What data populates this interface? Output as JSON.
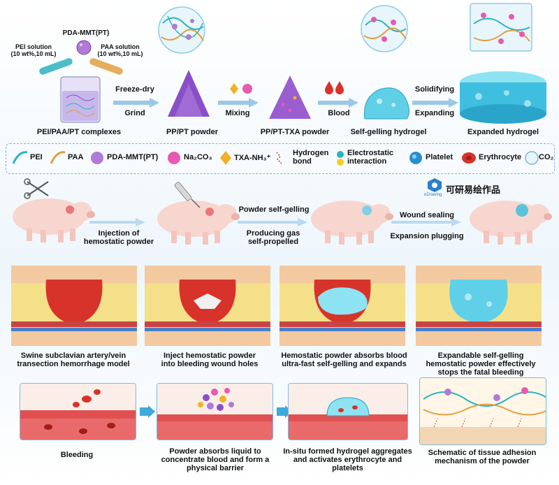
{
  "top_row": {
    "pda_mmt": "PDA-MMT(PT)",
    "pei_solution": "PEI solution",
    "pei_conc": "(10 wt%,10 mL)",
    "paa_solution": "PAA solution",
    "paa_conc": "(10 wt%,10 mL)",
    "step1_top": "Freeze-dry",
    "step1_bottom": "Grind",
    "step2": "Mixing",
    "step3": "Blood",
    "step4_top": "Solidifying",
    "step4_bottom": "Expanding",
    "captions": [
      "PEI/PAA/PT complexes",
      "PP/PT powder",
      "PP/PT-TXA powder",
      "Self-gelling hydrogel",
      "Expanded hydrogel"
    ]
  },
  "legend": {
    "items": [
      "PEI",
      "PAA",
      "PDA-MMT(PT)",
      "Na₂CO₃",
      "TXA-NH₃⁺",
      "Hydrogen bond",
      "Electrostatic interaction",
      "Platelet",
      "Erythrocyte",
      "CO₂"
    ]
  },
  "brand": {
    "logo_text": "eDrawing",
    "caption": "可研易绘作品"
  },
  "pig_row": {
    "arrow1_top": "Injection of",
    "arrow1_bottom": "hemostatic powder",
    "arrow2_top": "Powder self-gelling",
    "arrow2_mid": "Producing gas",
    "arrow2_bottom": "self-propelled",
    "arrow3_top": "Wound sealing",
    "arrow3_bottom": "Expansion plugging"
  },
  "wound_captions": [
    [
      "Swine subclavian artery/vein",
      "transection hemorrhage model"
    ],
    [
      "Inject hemostatic powder",
      "into bleeding wound holes"
    ],
    [
      "Hemostatic powder absorbs blood",
      "ultra-fast self-gelling and expands"
    ],
    [
      "Expandable self-gelling",
      "hemostatic powder effectively",
      "stops the fatal bleeding"
    ]
  ],
  "vessel_captions": [
    [
      "Bleeding"
    ],
    [
      "Powder absorbs liquid to",
      "concentrate blood and form a",
      "physical barrier"
    ],
    [
      "In-situ formed hydrogel aggregates",
      "and activates erythrocyte and",
      "platelets"
    ],
    [
      "Schematic of tissue adhesion",
      "mechanism of the powder"
    ]
  ],
  "colors": {
    "pei": "#2bb3c0",
    "paa": "#e0a040",
    "powder": "#8a4fc8",
    "hydrogel": "#5fd0e8",
    "blood": "#d8332a",
    "skin": "#f3c9a0",
    "fat": "#f5e08a",
    "frame": "#7fb9dd"
  },
  "icons": [
    "beaker-icon",
    "powder-pile-icon",
    "hydrogel-blob-icon",
    "pig-icon",
    "syringe-icon",
    "scissors-icon",
    "blood-drop-icon",
    "platelet-icon",
    "erythrocyte-icon",
    "bubble-icon",
    "edrawing-logo-icon"
  ]
}
